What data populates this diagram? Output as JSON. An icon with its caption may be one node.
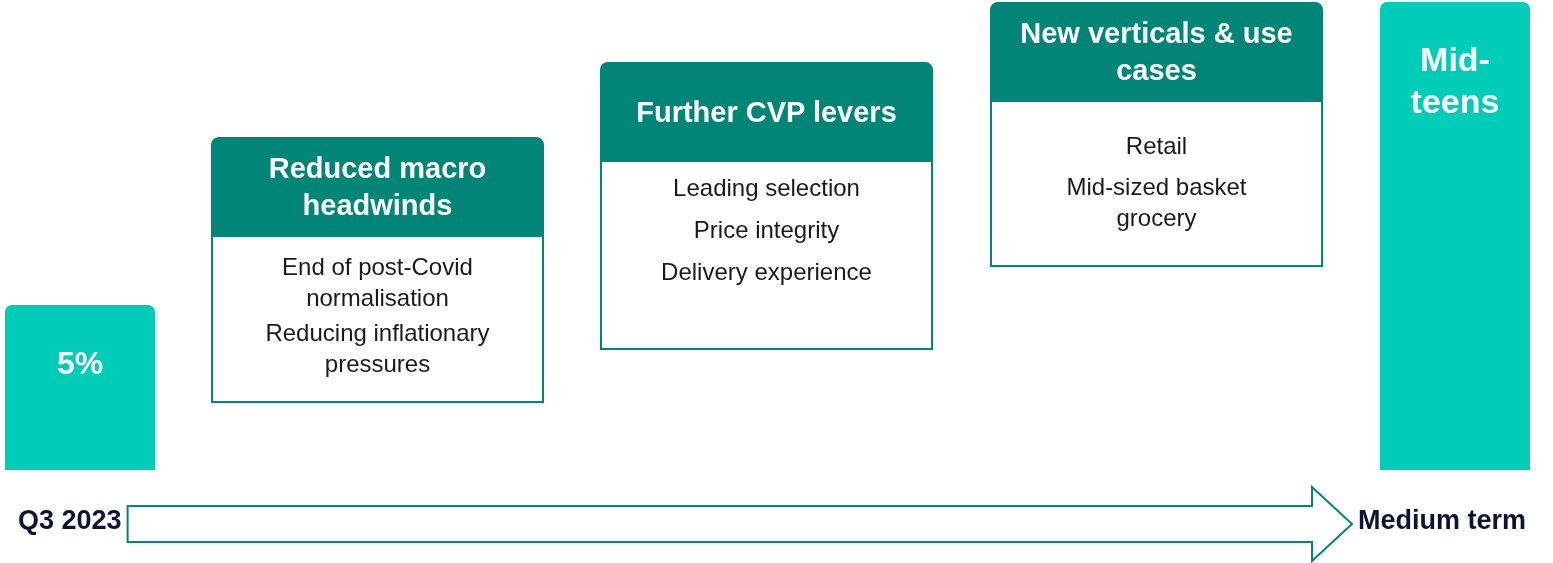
{
  "diagram": {
    "nodes": [
      {
        "text": [
          "5%"
        ]
      },
      {
        "text": [
          "Reduced macro headwinds",
          "End of post-Covid normalisation",
          "Reducing inflationary pressures"
        ]
      },
      {
        "text": [
          "Further CVP levers",
          "Leading selection",
          "Price integrity",
          "Delivery experience"
        ]
      },
      {
        "text": [
          "New verticals & use cases",
          "Retail",
          "Mid-sized basket grocery"
        ]
      },
      {
        "text": [
          "Mid-teens"
        ]
      },
      {
        "text": [
          "Q3 2023"
        ]
      },
      {
        "text": [
          "Medium term"
        ]
      }
    ],
    "edges": [
      {
        "from": 5,
        "to": 6,
        "arrow": "to"
      }
    ]
  }
}
